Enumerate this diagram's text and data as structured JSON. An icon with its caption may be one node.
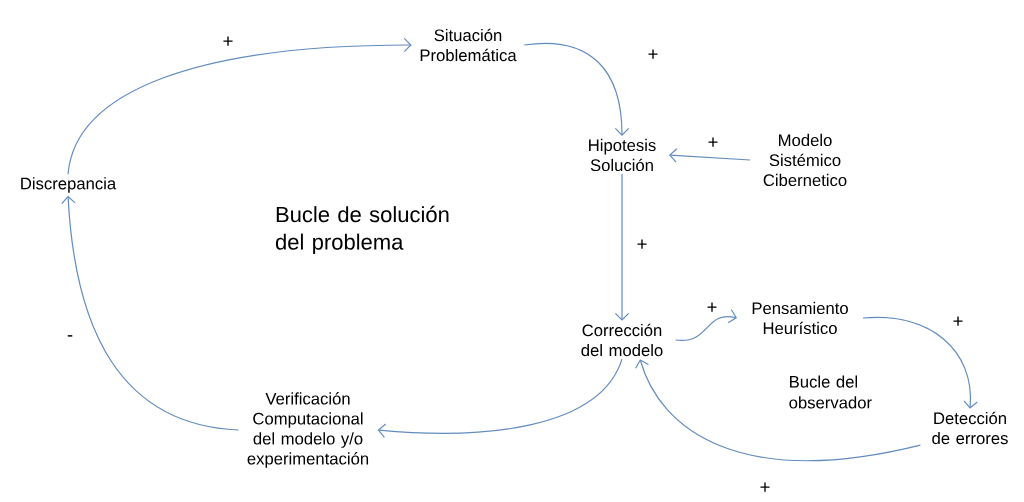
{
  "diagram": {
    "nodes": [
      {
        "text": [
          "Situación Problemática"
        ]
      },
      {
        "text": [
          "Hipotesis Solución"
        ]
      },
      {
        "text": [
          "Modelo Sistémico Cibernetico"
        ]
      },
      {
        "text": [
          "Discrepancia"
        ]
      },
      {
        "text": [
          "Corrección del modelo"
        ]
      },
      {
        "text": [
          "Pensamiento Heurístico"
        ]
      },
      {
        "text": [
          "Verificación Computacional del modelo y/o experimentación"
        ]
      },
      {
        "text": [
          "Detección de errores"
        ]
      }
    ],
    "edges": [
      {
        "from": 3,
        "to": 0,
        "arrow": "to",
        "label": "+"
      },
      {
        "from": 0,
        "to": 1,
        "arrow": "to",
        "label": "+"
      },
      {
        "from": 2,
        "to": 1,
        "arrow": "to",
        "label": "+"
      },
      {
        "from": 1,
        "to": 4,
        "arrow": "to",
        "label": "+"
      },
      {
        "from": 4,
        "to": 5,
        "arrow": "to",
        "label": "+"
      },
      {
        "from": 5,
        "to": 7,
        "arrow": "to",
        "label": "+"
      },
      {
        "from": 7,
        "to": 4,
        "arrow": "to",
        "label": "+"
      },
      {
        "from": 4,
        "to": 6,
        "arrow": "to"
      },
      {
        "from": 6,
        "to": 3,
        "arrow": "to",
        "label": "-"
      }
    ],
    "labels": [
      "Bucle de solución del problema",
      "Bucle del observador"
    ]
  }
}
